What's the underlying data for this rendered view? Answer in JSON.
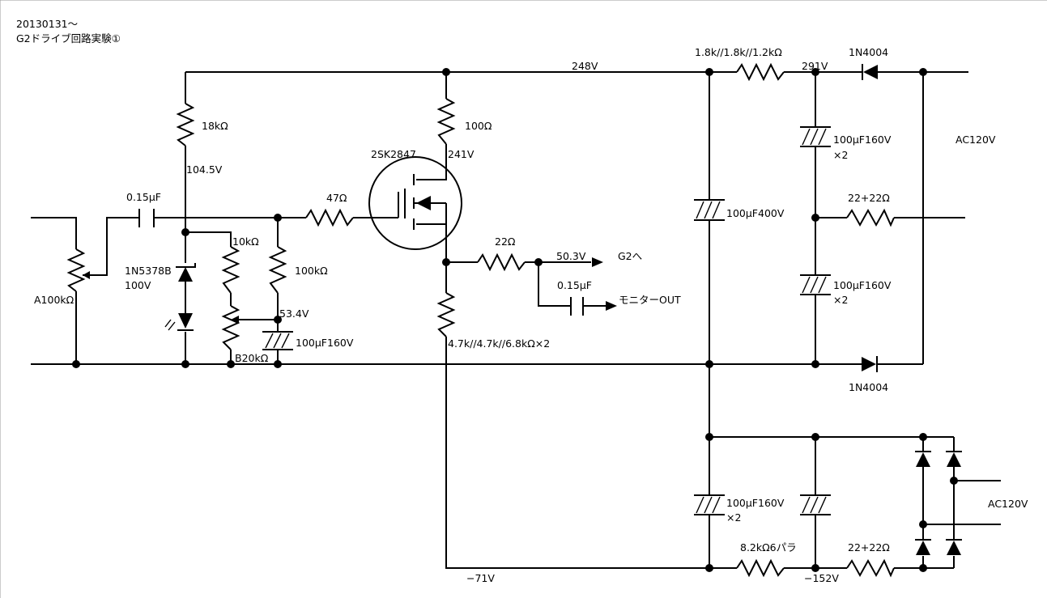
{
  "title": {
    "line1": "20130131～",
    "line2": "G2ドライブ回路実験①"
  },
  "labels": {
    "v248": "248V",
    "r_top": "1.8k//1.8k//1.2kΩ",
    "v291": "291V",
    "d_top": "1N4004",
    "ac_top": "AC120V",
    "r18k": "18kΩ",
    "r100": "100Ω",
    "fet": "2SK2847",
    "v241": "241V",
    "v104": "104.5V",
    "c015_in": "0.15μF",
    "r47": "47Ω",
    "c_top_1": "100μF160V",
    "c_top_2": "×2",
    "c400": "100μF400V",
    "r22_22_top": "22+22Ω",
    "r10k": "10kΩ",
    "r22": "22Ω",
    "v50": "50.3V",
    "g2": "G2へ",
    "zener_1": "1N5378B",
    "zener_2": "100V",
    "r100k": "100kΩ",
    "c015_out": "0.15μF",
    "monitor": "モニターOUT",
    "c_mid_1": "100μF160V",
    "c_mid_2": "×2",
    "pot": "A100kΩ",
    "v53": "53.4V",
    "c_small": "100μF160V",
    "r_src": "4.7k//4.7k//6.8kΩ×2",
    "b20k": "B20kΩ",
    "d_bot": "1N4004",
    "c_neg_1": "100μF160V",
    "c_neg_2": "×2",
    "ac_bot": "AC120V",
    "r82": "8.2kΩ6パラ",
    "r22_22_bot": "22+22Ω",
    "v71": "−71V",
    "v152": "−152V"
  }
}
